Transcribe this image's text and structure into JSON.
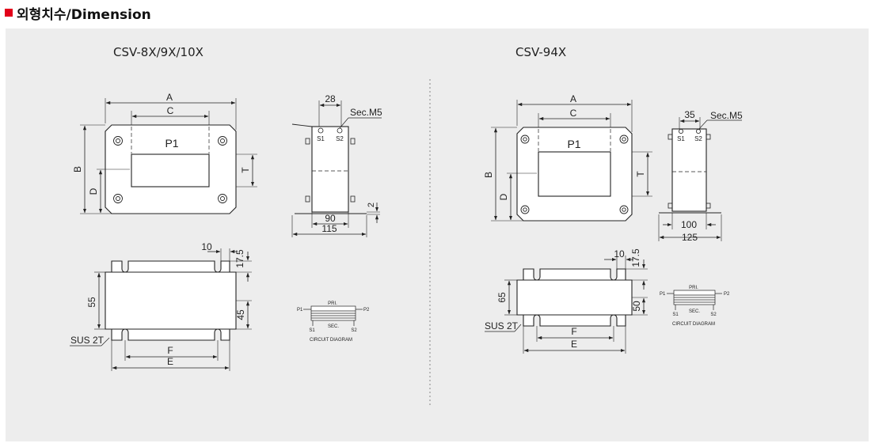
{
  "header": {
    "title": "외형치수/Dimension",
    "marker_color": "#e2001a"
  },
  "panel_bg": "#ededed",
  "left": {
    "model": "CSV-8X/9X/10X",
    "front": {
      "A": "A",
      "C": "C",
      "P1": "P1",
      "B": "B",
      "D": "D",
      "T": "T"
    },
    "side": {
      "dim_top": "28",
      "sec": "Sec.M5",
      "s1": "S1",
      "s2": "S2",
      "d90": "90",
      "d115": "115",
      "d2": "2"
    },
    "bottom": {
      "d10": "10",
      "d175": "17.5",
      "d55": "55",
      "d45": "45",
      "sus": "SUS 2T",
      "F": "F",
      "E": "E"
    },
    "circuit": {
      "pri": "PRI.",
      "sec": "SEC.",
      "p1": "P1",
      "p2": "P2",
      "s1": "S1",
      "s2": "S2",
      "caption": "CIRCUIT DIAGRAM"
    }
  },
  "right": {
    "model": "CSV-94X",
    "front": {
      "A": "A",
      "C": "C",
      "P1": "P1",
      "B": "B",
      "D": "D",
      "T": "T"
    },
    "side": {
      "dim_top": "35",
      "sec": "Sec.M5",
      "s1": "S1",
      "s2": "S2",
      "d100": "100",
      "d125": "125"
    },
    "bottom": {
      "d10": "10",
      "d175": "17.5",
      "d65": "65",
      "d50": "50",
      "sus": "SUS 2T",
      "F": "F",
      "E": "E"
    },
    "circuit": {
      "pri": "PRI.",
      "sec": "SEC.",
      "p1": "P1",
      "p2": "P2",
      "s1": "S1",
      "s2": "S2",
      "caption": "CIRCUIT DIAGRAM"
    }
  }
}
